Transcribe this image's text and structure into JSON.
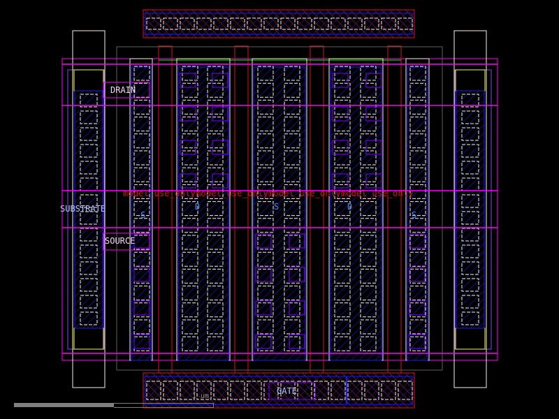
{
  "colors": {
    "background": "#000000",
    "poly": "#e01010",
    "diffusion": "#1a1aff",
    "metal": "#ff00ff",
    "contact": "#fff0d0",
    "implant": "#ffff00",
    "label": "#c0d0ff",
    "terminal": "#3090ff",
    "well_outline": "#00ff00"
  },
  "pins": {
    "drain": "DRAIN",
    "substrate": "SUBSTRATE",
    "source": "SOURCE",
    "gate": "GATE"
  },
  "terminals": [
    "S",
    "D",
    "S",
    "D",
    "S"
  ],
  "watermark": "model_use_onlymodel_use_onlymodel_use_onlymodel_use_only",
  "scale": {
    "label": "1 um"
  }
}
